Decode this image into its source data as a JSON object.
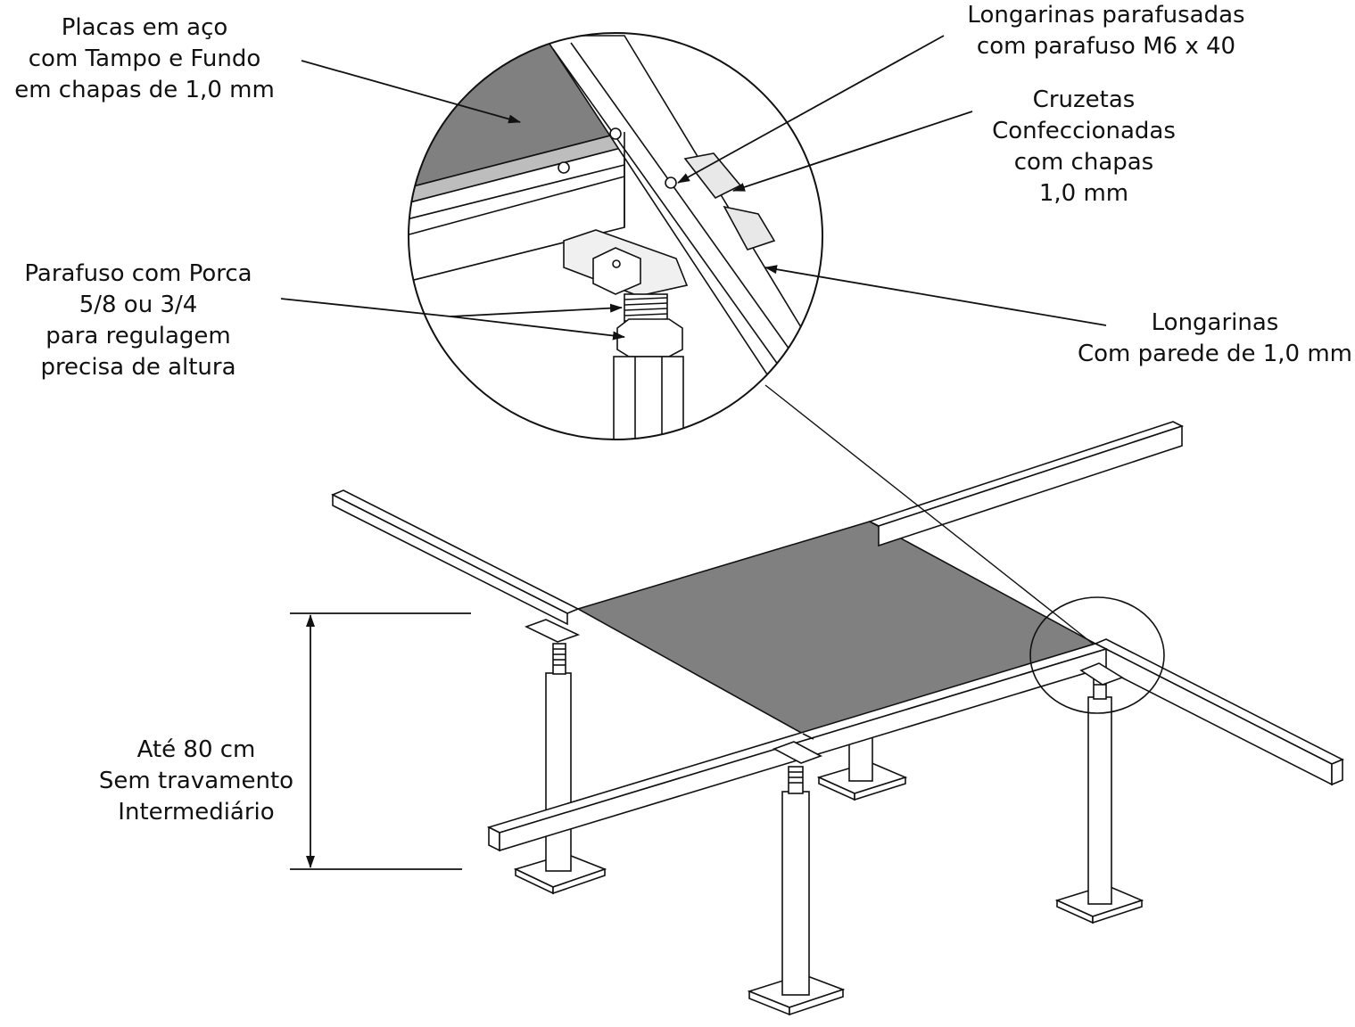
{
  "labels": {
    "placas": [
      "Placas em aço",
      "com Tampo e Fundo",
      "em chapas de 1,0 mm"
    ],
    "parafusadas": [
      "Longarinas parafusadas",
      "com parafuso M6 x 40"
    ],
    "cruzetas": [
      "Cruzetas",
      "Confeccionadas",
      "com chapas",
      "1,0 mm"
    ],
    "parafuso": [
      "Parafuso com Porca",
      "5/8 ou 3/4",
      "para regulagem",
      "precisa de altura"
    ],
    "longarinas": [
      "Longarinas",
      "Com parede de 1,0 mm"
    ],
    "altura": [
      "Até 80 cm",
      "Sem travamento",
      "Intermediário"
    ]
  },
  "colors": {
    "panel": "#808080",
    "line": "#111111",
    "background": "#ffffff"
  }
}
